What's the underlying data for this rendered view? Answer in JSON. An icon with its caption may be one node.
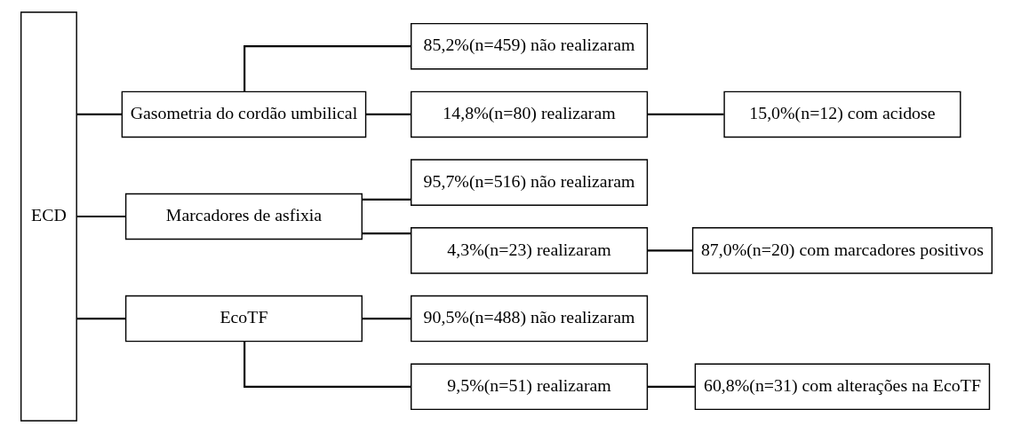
{
  "diagram": {
    "nodes": [
      {
        "text": [
          "ECD"
        ]
      },
      {
        "text": [
          "Gasometria do cordão umbilical"
        ]
      },
      {
        "text": [
          "85,2%(n=459) não realizaram"
        ]
      },
      {
        "text": [
          "14,8%(n=80) realizaram"
        ]
      },
      {
        "text": [
          "15,0%(n=12) com acidose"
        ]
      },
      {
        "text": [
          "Marcadores de asfixia"
        ]
      },
      {
        "text": [
          "95,7%(n=516) não realizaram"
        ]
      },
      {
        "text": [
          "4,3%(n=23) realizaram"
        ]
      },
      {
        "text": [
          "87,0%(n=20) com marcadores positivos"
        ]
      },
      {
        "text": [
          "EcoTF"
        ]
      },
      {
        "text": [
          "90,5%(n=488) não realizaram"
        ]
      },
      {
        "text": [
          "9,5%(n=51) realizaram"
        ]
      },
      {
        "text": [
          "60,8%(n=31) com alterações na EcoTF"
        ]
      }
    ],
    "edges": [
      {
        "from": 0,
        "to": 1,
        "arrow": "none"
      },
      {
        "from": 0,
        "to": 5,
        "arrow": "none"
      },
      {
        "from": 0,
        "to": 9,
        "arrow": "none"
      },
      {
        "from": 1,
        "to": 2,
        "arrow": "none"
      },
      {
        "from": 1,
        "to": 3,
        "arrow": "none"
      },
      {
        "from": 3,
        "to": 4,
        "arrow": "none"
      },
      {
        "from": 5,
        "to": 6,
        "arrow": "none"
      },
      {
        "from": 5,
        "to": 7,
        "arrow": "none"
      },
      {
        "from": 7,
        "to": 8,
        "arrow": "none"
      },
      {
        "from": 9,
        "to": 10,
        "arrow": "none"
      },
      {
        "from": 9,
        "to": 11,
        "arrow": "none"
      },
      {
        "from": 11,
        "to": 12,
        "arrow": "none"
      }
    ]
  }
}
